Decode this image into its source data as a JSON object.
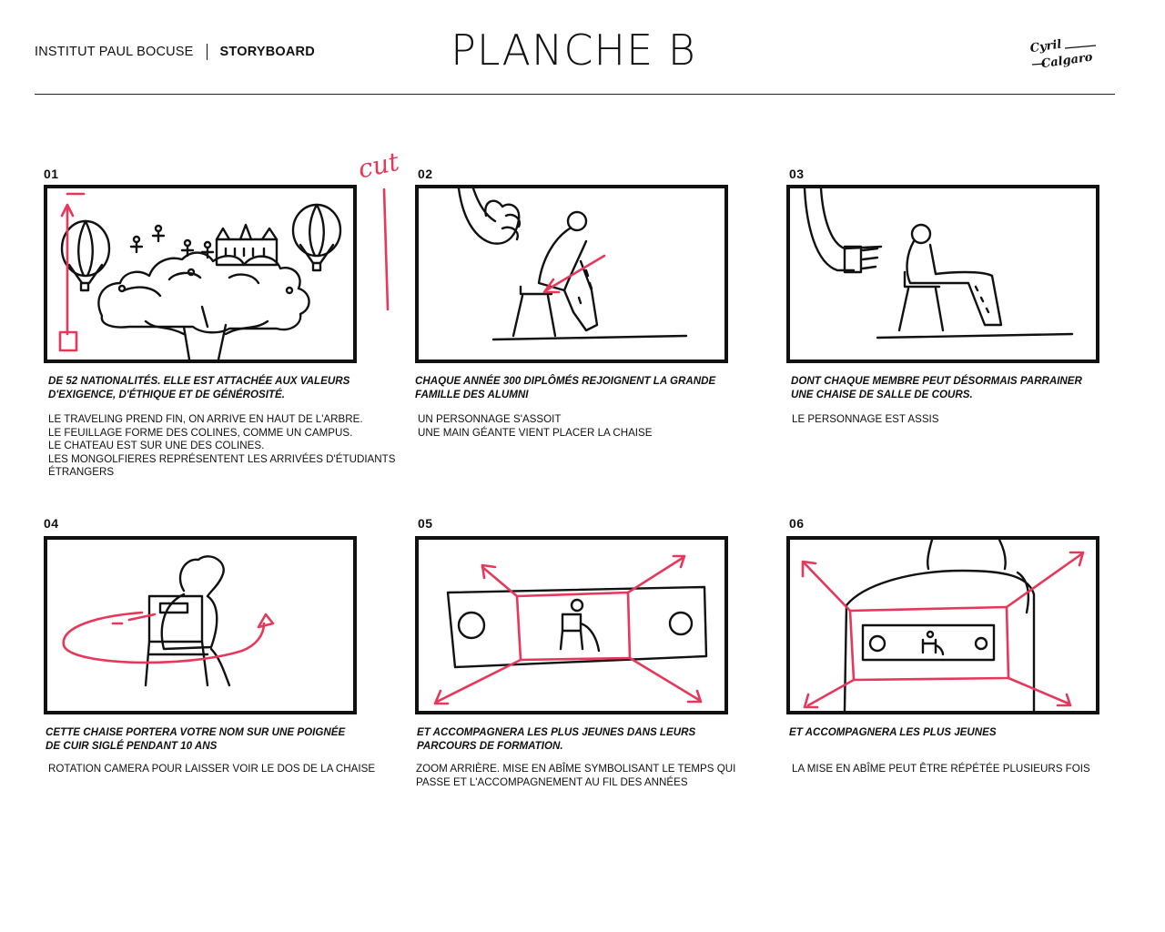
{
  "header": {
    "brand": "INSTITUT PAUL BOCUSE",
    "section": "STORYBOARD",
    "title": "PLANCHE B",
    "signature": "Cyril Calgaro"
  },
  "annotation": {
    "cut": "cut"
  },
  "colors": {
    "ink": "#111111",
    "accent": "#e8375a",
    "background": "#ffffff"
  },
  "panels": [
    {
      "number": "01",
      "narration": "DE 52 NATIONALITÉS. ELLE EST ATTACHÉE AUX VALEURS D'EXIGENCE, D'ÉTHIQUE ET DE GÉNÉROSITÉ.",
      "direction": [
        "LE TRAVELING PREND FIN, ON ARRIVE EN HAUT DE L'ARBRE.",
        "LE FEUILLAGE FORME DES COLINES, COMME UN CAMPUS.",
        "LE CHATEAU EST SUR UNE DES COLINES.",
        "LES MONGOLFIERES REPRÉSENTENT LES ARRIVÉES D'ÉTUDIANTS",
        "ÉTRANGERS"
      ]
    },
    {
      "number": "02",
      "narration": "CHAQUE ANNÉE 300 DIPLÔMÉS  REJOIGNENT LA GRANDE FAMILLE DES ALUMNI",
      "direction": [
        "UN PERSONNAGE S'ASSOIT",
        "UNE MAIN GÉANTE VIENT PLACER LA CHAISE"
      ]
    },
    {
      "number": "03",
      "narration": "DONT CHAQUE MEMBRE PEUT DÉSORMAIS PARRAINER UNE CHAISE DE SALLE DE COURS.",
      "direction": [
        "LE PERSONNAGE EST ASSIS"
      ]
    },
    {
      "number": "04",
      "narration": "CETTE CHAISE PORTERA VOTRE NOM SUR UNE POIGNÉE DE CUIR SIGLÉ PENDANT 10 ANS",
      "direction": [
        "ROTATION CAMERA POUR LAISSER VOIR LE DOS DE LA CHAISE"
      ]
    },
    {
      "number": "05",
      "narration": "ET ACCOMPAGNERA LES PLUS JEUNES DANS LEURS PARCOURS DE FORMATION.",
      "direction": [
        "ZOOM ARRIÈRE. MISE EN ABÎME SYMBOLISANT LE TEMPS QUI",
        "PASSE ET L'ACCOMPAGNEMENT AU FIL DES ANNÉES"
      ]
    },
    {
      "number": "06",
      "narration": "ET ACCOMPAGNERA LES PLUS JEUNES",
      "direction": [
        "LA MISE EN ABÎME PEUT ÊTRE RÉPÉTÉE PLUSIEURS FOIS"
      ]
    }
  ]
}
